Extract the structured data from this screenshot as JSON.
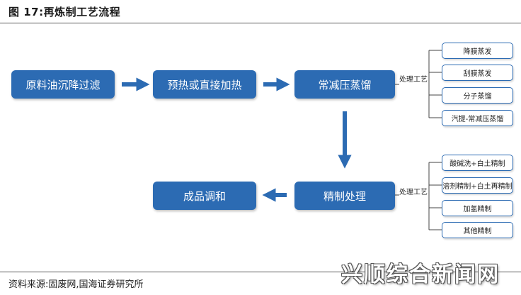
{
  "figure": {
    "title": "图 17:再炼制工艺流程",
    "source": "资料来源:固废网,国海证券研究所"
  },
  "flow": {
    "step1": "原料油沉降过滤",
    "step2": "预热或直接加热",
    "step3": "常减压蒸馏",
    "step4": "精制处理",
    "step5": "成品调和"
  },
  "branch_upper": {
    "label": "处理工艺",
    "items": [
      "降膜蒸发",
      "刮膜蒸发",
      "分子蒸馏",
      "汽提-常减压蒸馏"
    ]
  },
  "branch_lower": {
    "label": "处理工艺",
    "items": [
      "酸碱洗+白土精制",
      "溶剂精制+白土再精制",
      "加氢精制",
      "其他精制"
    ]
  },
  "watermark": "兴顺综合新闻网",
  "colors": {
    "node": "#2c6bb3",
    "arrow": "#2c6bb3",
    "connector": "#444444"
  }
}
